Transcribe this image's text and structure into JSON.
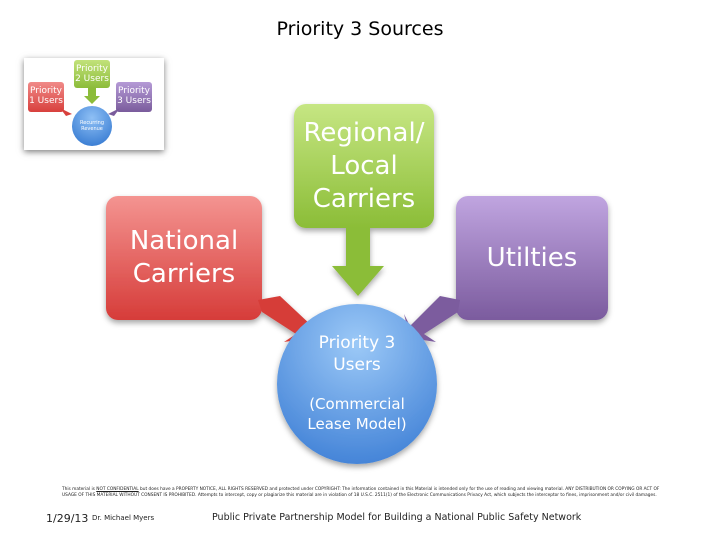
{
  "title": "Priority 3 Sources",
  "thumbnail": {
    "priority1": "Priority 1 Users",
    "priority2": "Priority 2 Users",
    "priority3": "Priority 3 Users",
    "center": "Recurring Revenue"
  },
  "boxes": {
    "national": "National Carriers",
    "regional": "Regional/ Local Carriers",
    "utilities": "Utilties"
  },
  "center": {
    "label": "Priority 3 Users",
    "sublabel": "(Commercial Lease Model)"
  },
  "colors": {
    "red": "#e0504d",
    "green": "#9bc547",
    "purple": "#8064a2",
    "blue": "#4f8fdc"
  },
  "notice": {
    "pre": "This material is ",
    "underlined": "NOT CONFIDENTIAL",
    "post": " but does have a PROPERTY NOTICE, ALL RIGHTS RESERVED and protected under COPYRIGHT: The information contained in this Material is intended only for the use of reading and viewing material. ANY DISTRIBUTION OR COPYING OR ACT OF USAGE OF THIS MATERIAL WITHOUT CONSENT IS PROHIBITED. Attempts to intercept, copy or plagiarize this material are in violation of 18 U.S.C. 2511(1) of the Electronic Communications Privacy Act, which subjects the interceptor to fines, imprisonment and/or civil damages."
  },
  "footer": {
    "date": "1/29/13",
    "author": "Dr. Michael Myers",
    "subtitle": "Public Private Partnership Model for Building a National Public Safety Network"
  }
}
